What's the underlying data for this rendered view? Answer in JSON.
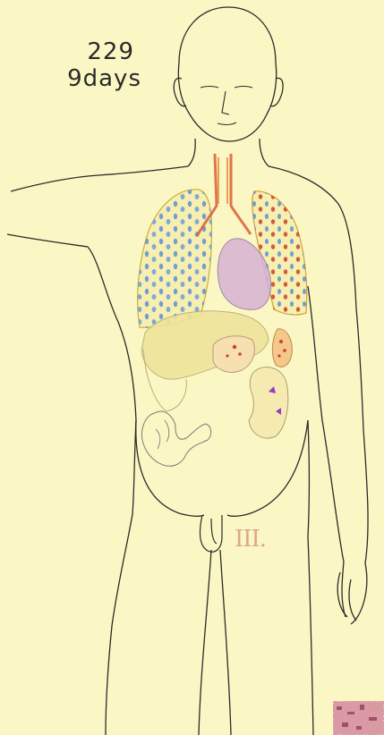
{
  "case": {
    "number": "229",
    "duration": "9days"
  },
  "stage_mark": "III.",
  "colors": {
    "paper": "#fbf7c4",
    "outline": "#2b2b2b",
    "lung_fill": "#f7efb0",
    "lung_blue": "#5b8fd6",
    "lung_red": "#c9412a",
    "trachea_red": "#d8542a",
    "heart_purple": "#c9a6c9",
    "liver_yellow": "#efe49a",
    "kidney_purple": "#9a3cc4",
    "stamp_magenta": "#b4407a"
  }
}
